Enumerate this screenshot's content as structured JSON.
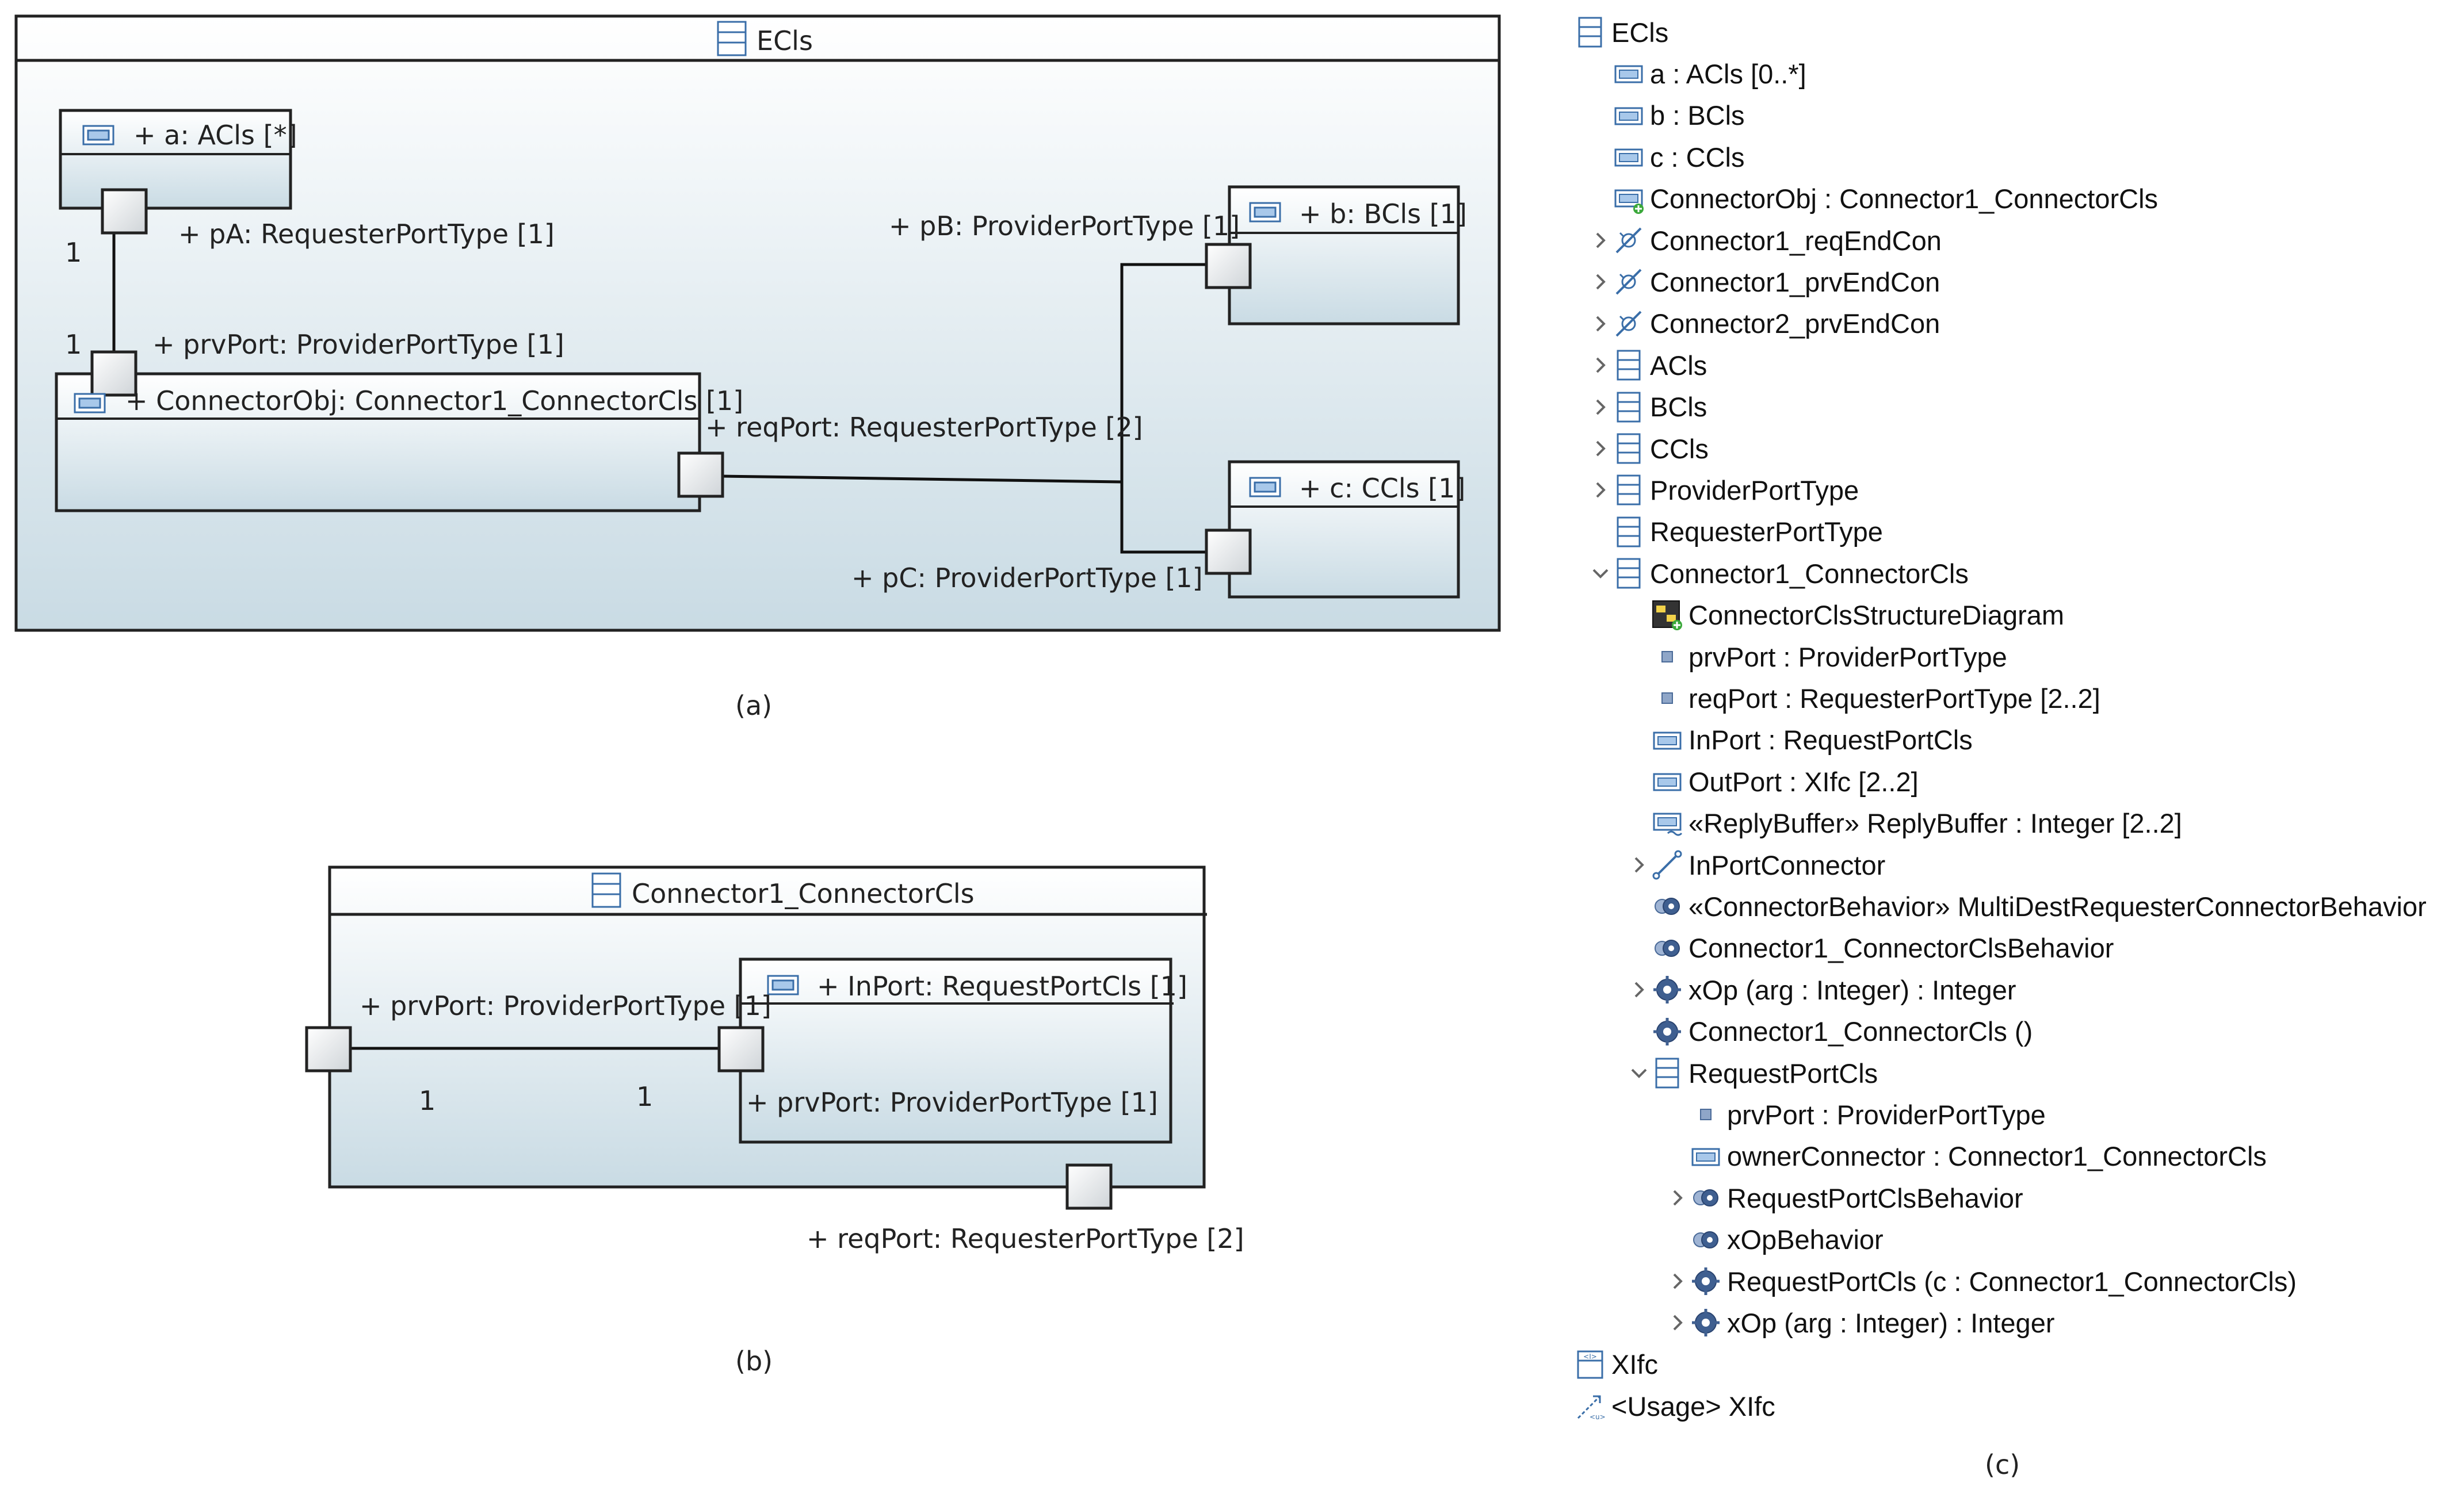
{
  "panel_a": {
    "frame_title": "ECls",
    "part_a": "+ a: ACls [*]",
    "port_pA": "+ pA: RequesterPortType [1]",
    "mult_top": "1",
    "mult_bottom": "1",
    "port_prvPort": "+ prvPort: ProviderPortType [1]",
    "part_connector": "+ ConnectorObj: Connector1_ConnectorCls [1]",
    "port_reqPort": "+ reqPort: RequesterPortType [2]",
    "port_pB": "+ pB: ProviderPortType [1]",
    "part_b": "+ b: BCls [1]",
    "part_c": "+ c: CCls [1]",
    "port_pC": "+ pC: ProviderPortType [1]",
    "caption": "(a)"
  },
  "panel_b": {
    "frame_title": "Connector1_ConnectorCls",
    "port_prvPort": "+ prvPort: ProviderPortType [1]",
    "part_inport": "+ InPort: RequestPortCls [1]",
    "inner_prvPort": "+ prvPort: ProviderPortType [1]",
    "mult_left": "1",
    "mult_right": "1",
    "port_reqPort": "+ reqPort: RequesterPortType [2]",
    "caption": "(b)"
  },
  "panel_c": {
    "caption": "(c)",
    "tree": [
      {
        "label": "ECls",
        "icon": "class-icon",
        "chevron": "none"
      },
      {
        "label": "a : ACls [0..*]",
        "icon": "property-icon",
        "chevron": "none"
      },
      {
        "label": "b : BCls",
        "icon": "property-icon",
        "chevron": "none"
      },
      {
        "label": "c : CCls",
        "icon": "property-icon",
        "chevron": "none"
      },
      {
        "label": "ConnectorObj : Connector1_ConnectorCls",
        "icon": "connector-property-icon",
        "chevron": "none"
      },
      {
        "label": "Connector1_reqEndCon",
        "icon": "connector-end-icon",
        "chevron": "right"
      },
      {
        "label": "Connector1_prvEndCon",
        "icon": "connector-end-icon",
        "chevron": "right"
      },
      {
        "label": "Connector2_prvEndCon",
        "icon": "connector-end-icon",
        "chevron": "right"
      },
      {
        "label": "ACls",
        "icon": "class-icon",
        "chevron": "right"
      },
      {
        "label": "BCls",
        "icon": "class-icon",
        "chevron": "right"
      },
      {
        "label": "CCls",
        "icon": "class-icon",
        "chevron": "right"
      },
      {
        "label": "ProviderPortType",
        "icon": "class-icon",
        "chevron": "right"
      },
      {
        "label": "RequesterPortType",
        "icon": "class-icon",
        "chevron": "none"
      },
      {
        "label": "Connector1_ConnectorCls",
        "icon": "class-icon",
        "chevron": "down"
      },
      {
        "label": "ConnectorClsStructureDiagram",
        "icon": "diagram-icon",
        "chevron": "none"
      },
      {
        "label": "prvPort : ProviderPortType",
        "icon": "port-icon",
        "chevron": "none"
      },
      {
        "label": "reqPort : RequesterPortType [2..2]",
        "icon": "port-icon",
        "chevron": "none"
      },
      {
        "label": "InPort : RequestPortCls",
        "icon": "property-icon",
        "chevron": "none"
      },
      {
        "label": "OutPort : XIfc [2..2]",
        "icon": "property-icon",
        "chevron": "none"
      },
      {
        "label": "«ReplyBuffer» ReplyBuffer : Integer [2..2]",
        "icon": "stereotyped-property-icon",
        "chevron": "none"
      },
      {
        "label": "InPortConnector",
        "icon": "connector-icon",
        "chevron": "right"
      },
      {
        "label": "«ConnectorBehavior» MultiDestRequesterConnectorBehavior",
        "icon": "behavior-icon",
        "chevron": "none"
      },
      {
        "label": "Connector1_ConnectorClsBehavior",
        "icon": "behavior-icon",
        "chevron": "none"
      },
      {
        "label": "xOp (arg : Integer) : Integer",
        "icon": "operation-icon",
        "chevron": "right"
      },
      {
        "label": "Connector1_ConnectorCls ()",
        "icon": "operation-icon",
        "chevron": "none"
      },
      {
        "label": "RequestPortCls",
        "icon": "class-icon",
        "chevron": "down"
      },
      {
        "label": "prvPort : ProviderPortType",
        "icon": "port-icon",
        "chevron": "none"
      },
      {
        "label": "ownerConnector : Connector1_ConnectorCls",
        "icon": "property-icon",
        "chevron": "none"
      },
      {
        "label": "RequestPortClsBehavior",
        "icon": "behavior-icon",
        "chevron": "right"
      },
      {
        "label": "xOpBehavior",
        "icon": "behavior-icon",
        "chevron": "none"
      },
      {
        "label": "RequestPortCls (c : Connector1_ConnectorCls)",
        "icon": "operation-icon",
        "chevron": "right"
      },
      {
        "label": "xOp (arg : Integer) : Integer",
        "icon": "operation-icon",
        "chevron": "right"
      },
      {
        "label": "XIfc",
        "icon": "interface-icon",
        "chevron": "none"
      },
      {
        "label": "<Usage> XIfc",
        "icon": "usage-icon",
        "chevron": "none"
      }
    ]
  }
}
